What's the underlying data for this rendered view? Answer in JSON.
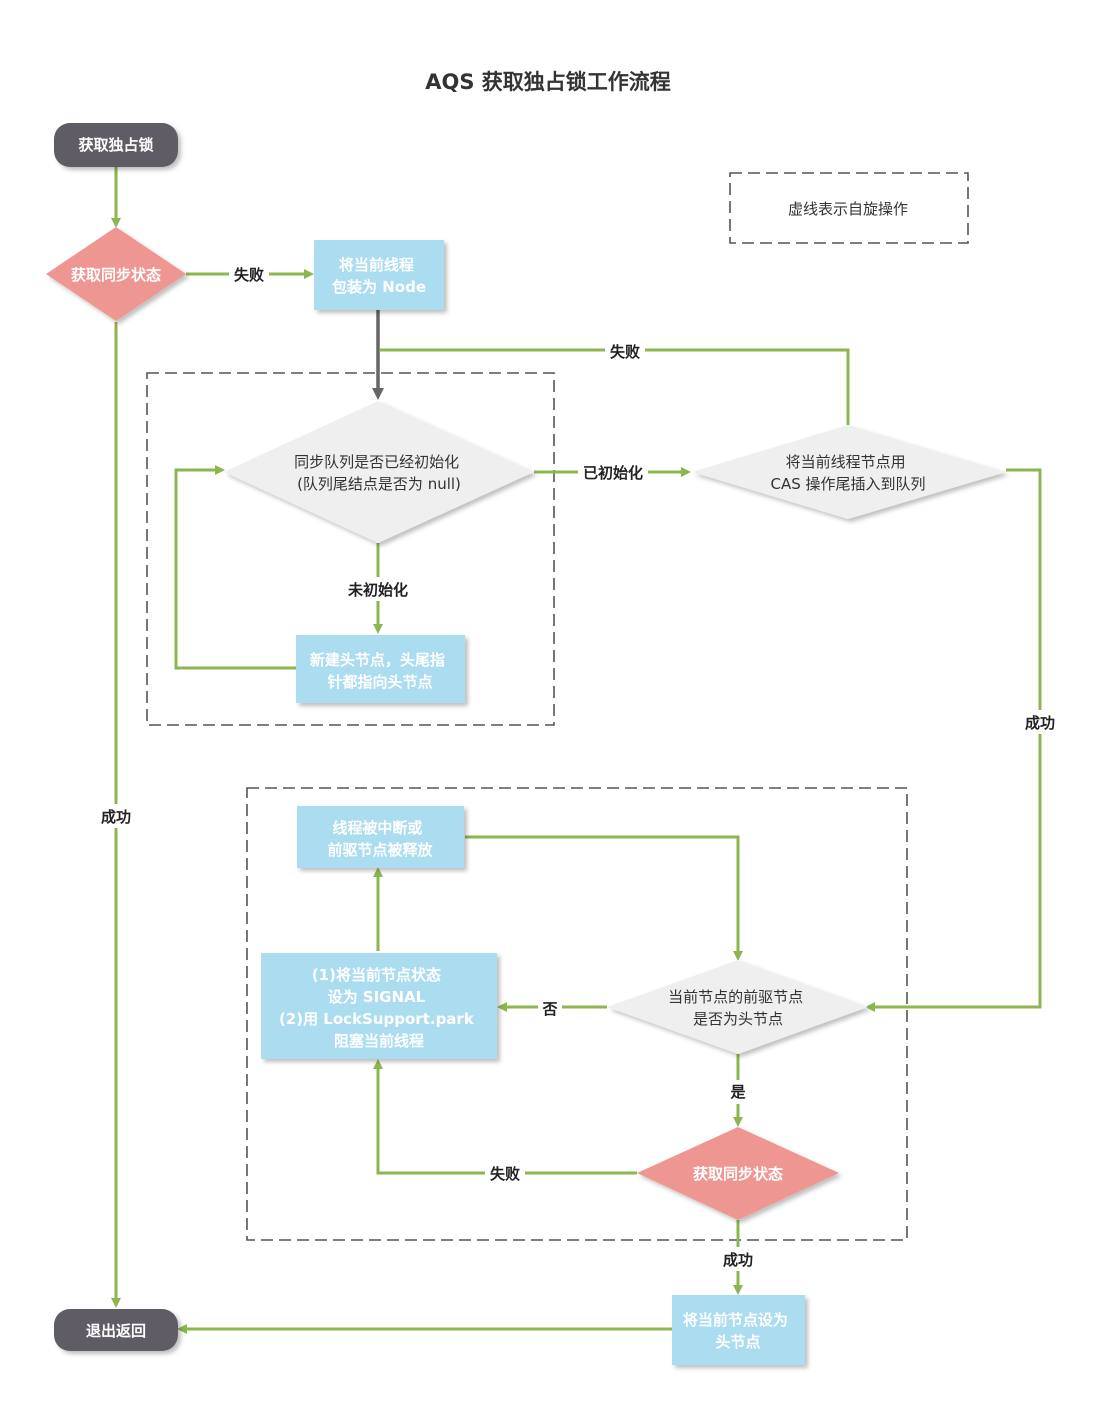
{
  "title": "AQS 获取独占锁工作流程",
  "legend": "虚线表示自旋操作",
  "colors": {
    "edge": "#8DB650",
    "start_end": "#5E5C66",
    "pink": "#EE9792",
    "blue": "#ABDCEF",
    "grey_decision": "#EFEFEF"
  },
  "nodes": {
    "start": "获取独占锁",
    "acquire1": "获取同步状态",
    "wrap": [
      "将当前线程",
      "包装为 Node"
    ],
    "queue_init": [
      "同步队列是否已经初始化",
      "(队列尾结点是否为 null)"
    ],
    "new_head": [
      "新建头节点，头尾指",
      "针都指向头节点"
    ],
    "cas_insert": [
      "将当前线程节点用",
      "CAS 操作尾插入到队列"
    ],
    "interrupted": [
      "线程被中断或",
      "前驱节点被释放"
    ],
    "park": [
      "(1)将当前节点状态",
      "设为 SIGNAL",
      "(2)用 LockSupport.park",
      "阻塞当前线程"
    ],
    "pred_head": [
      "当前节点的前驱节点",
      "是否为头节点"
    ],
    "acquire2": "获取同步状态",
    "set_head": [
      "将当前节点设为",
      "头节点"
    ],
    "exit": "退出返回"
  },
  "edge_labels": {
    "fail1": "失败",
    "success1": "成功",
    "fail_cas": "失败",
    "initialized": "已初始化",
    "not_initialized": "未初始化",
    "success_cas": "成功",
    "no": "否",
    "yes": "是",
    "fail2": "失败",
    "success2": "成功"
  }
}
